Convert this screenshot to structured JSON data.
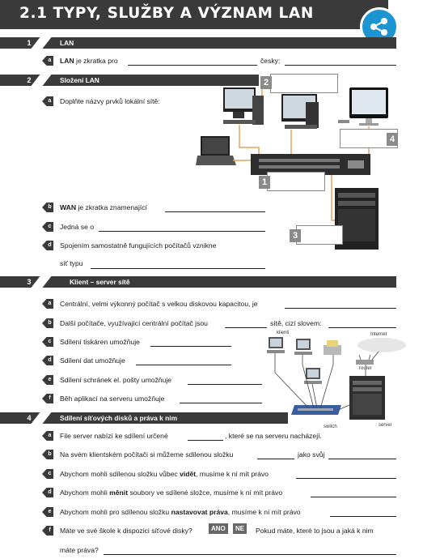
{
  "title": "2.1 TYPY, SLUŽBY A VÝZNAM LAN",
  "share_icon": "share-icon",
  "sections": [
    {
      "num": "1",
      "label": "LAN"
    },
    {
      "num": "2",
      "label": "Složení LAN"
    },
    {
      "num": "3",
      "label": "Klient – server sítě"
    },
    {
      "num": "4",
      "label": "Sdílení síťových disků a práva k nim"
    }
  ],
  "s1": {
    "a": {
      "letter": "a",
      "pre": "LAN",
      "text": " je zkratka pro",
      "mid": "česky:"
    }
  },
  "s2": {
    "a": {
      "letter": "a",
      "text": "Doplňte názvy prvků lokální sítě:"
    },
    "b": {
      "letter": "b",
      "pre": "WAN",
      "text": " je zkratka znamenající"
    },
    "c": {
      "letter": "c",
      "text": "Jedná se o"
    },
    "d": {
      "letter": "d",
      "text": "Spojením samostatně fungujících počítačů vznikne",
      "text2": "síť typu"
    },
    "callouts": [
      "1",
      "2",
      "3",
      "4"
    ]
  },
  "s3": {
    "a": {
      "letter": "a",
      "text": "Centrální, velmi výkonný počítač s velkou diskovou kapacitou, je"
    },
    "b": {
      "letter": "b",
      "text": "Další počítače, využívající centrální počítač jsou",
      "text_b": "sítě, cizí slovem:"
    },
    "c": {
      "letter": "c",
      "text": "Sdílení tiskáren umožňuje"
    },
    "d": {
      "letter": "d",
      "text": "Sdílení dat umožňuje"
    },
    "e": {
      "letter": "e",
      "text": "Sdílení schránek el. pošty umožňuje"
    },
    "f": {
      "letter": "f",
      "text": "Běh aplikací na serveru umožňuje"
    },
    "diagram": {
      "klienti": "klienti",
      "internet": "Internet",
      "router": "router",
      "switch": "switch",
      "server": "server"
    }
  },
  "s4": {
    "a": {
      "letter": "a",
      "text": "File server nabízí ke sdílení určené",
      "text_b": ", které se na serveru nacházejí."
    },
    "b": {
      "letter": "b",
      "text": "Na svém klientském počítači si můžeme sdílenou složku",
      "text_b": "jako svůj"
    },
    "c": {
      "letter": "c",
      "pre": "Abychom mohli sdílenou složku vůbec ",
      "bold": "vidět",
      "post": ", musíme k ní mít právo"
    },
    "d": {
      "letter": "d",
      "pre": "Abychom mohli ",
      "bold": "měnit",
      "post": " soubory ve sdílené složce, musíme k ní mít právo"
    },
    "e": {
      "letter": "e",
      "pre": "Abychom mohli pro sdílenou složku ",
      "bold": "nastavovat práva",
      "post": ", musíme k ní mít právo"
    },
    "f": {
      "letter": "f",
      "text": "Máte ve své škole k dispozici síťové disky?",
      "yes": "ANO",
      "no": "NE",
      "text_b": "Pokud máte, které to jsou a jaká k nim",
      "text2": "máte práva?"
    }
  }
}
